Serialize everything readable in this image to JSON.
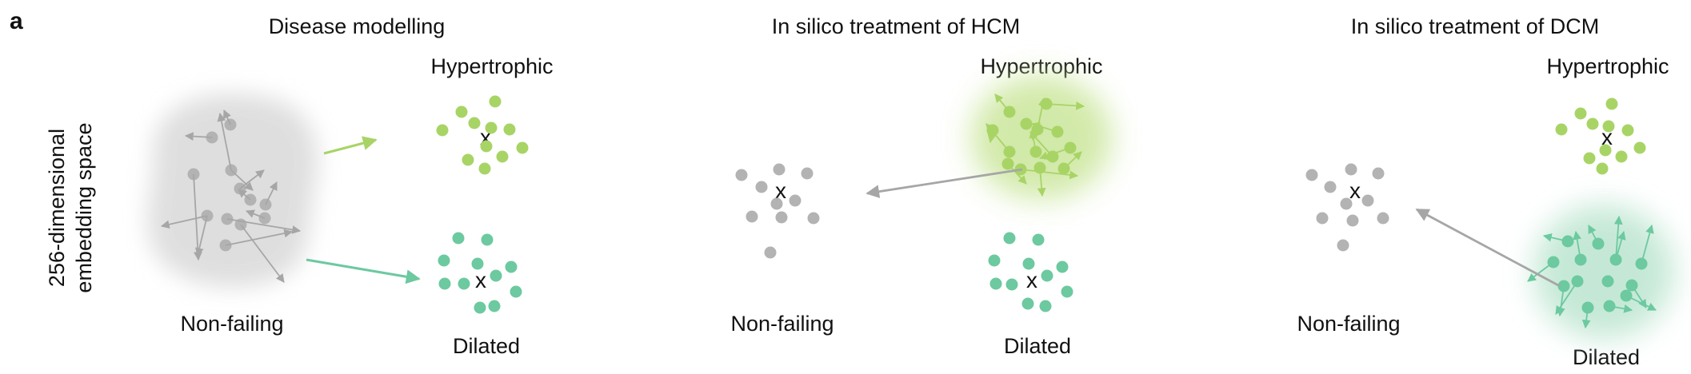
{
  "figure": {
    "panel_letter": "a",
    "y_axis_label_line1": "256-dimensional",
    "y_axis_label_line2": "embedding space",
    "centroid_marker": "x",
    "colors": {
      "gray": "#b3b3b3",
      "hypertrophic_green": "#a8d466",
      "dilated_teal": "#6cc9a0",
      "arrow_gray": "#a6a6a6"
    }
  },
  "panels": [
    {
      "title": "Disease modelling",
      "labels": {
        "nonfailing": "Non-failing",
        "hypertrophic": "Hypertrophic",
        "dilated": "Dilated"
      }
    },
    {
      "title": "In silico treatment of HCM",
      "labels": {
        "nonfailing": "Non-failing",
        "hypertrophic": "Hypertrophic",
        "dilated": "Dilated"
      }
    },
    {
      "title": "In silico treatment of DCM",
      "labels": {
        "nonfailing": "Non-failing",
        "hypertrophic": "Hypertrophic",
        "dilated": "Dilated"
      }
    }
  ]
}
